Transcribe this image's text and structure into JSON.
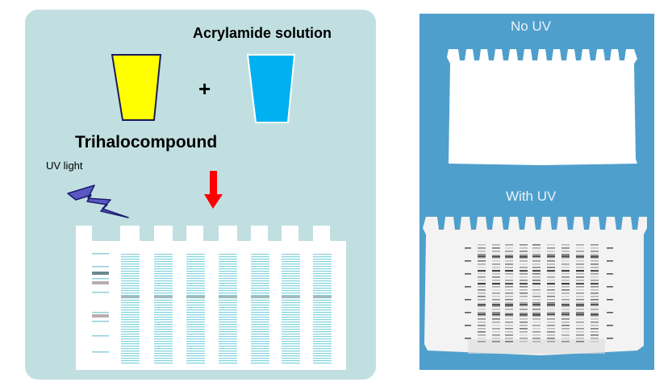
{
  "left_panel": {
    "acrylamide_label": "Acrylamide solution",
    "plus": "+",
    "trihalo_label": "Trihalocompound",
    "uv_label": "UV light",
    "colors": {
      "panel_bg": "#c1dfe1",
      "trihalo_cup": "#ffff00",
      "acrylamide_cup": "#00b0f0",
      "arrow": "#ff0000",
      "lightning": "#5a58c4",
      "band": "#7fd3dd"
    }
  },
  "right_panel": {
    "no_uv_label": "No UV",
    "with_uv_label": "With UV",
    "colors": {
      "bg": "#4f9fcc",
      "gel": "#ffffff"
    }
  }
}
